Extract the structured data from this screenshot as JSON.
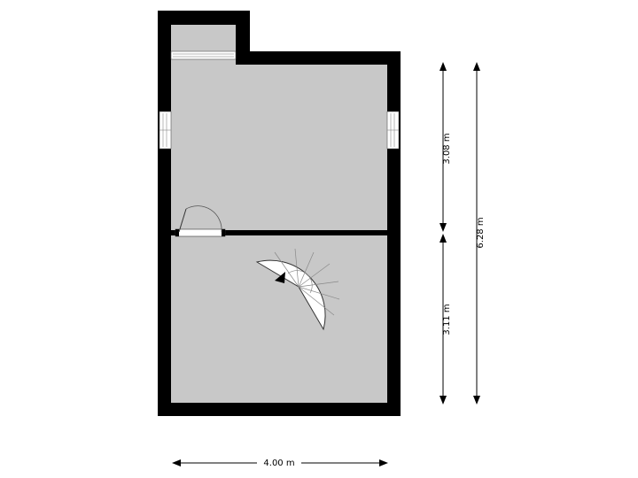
{
  "plan": {
    "dimensions": {
      "width_total": "4.00 m",
      "height_upper": "3.08 m",
      "height_lower": "3.11 m",
      "height_total": "6.28 m"
    },
    "colors": {
      "wall": "#000000",
      "floor": "#c8c8c8",
      "background": "#ffffff",
      "window": "#ffffff",
      "stair": "#ffffff"
    },
    "stair": {
      "type": "spiral",
      "direction_arrow": "up-arrow-icon"
    }
  }
}
